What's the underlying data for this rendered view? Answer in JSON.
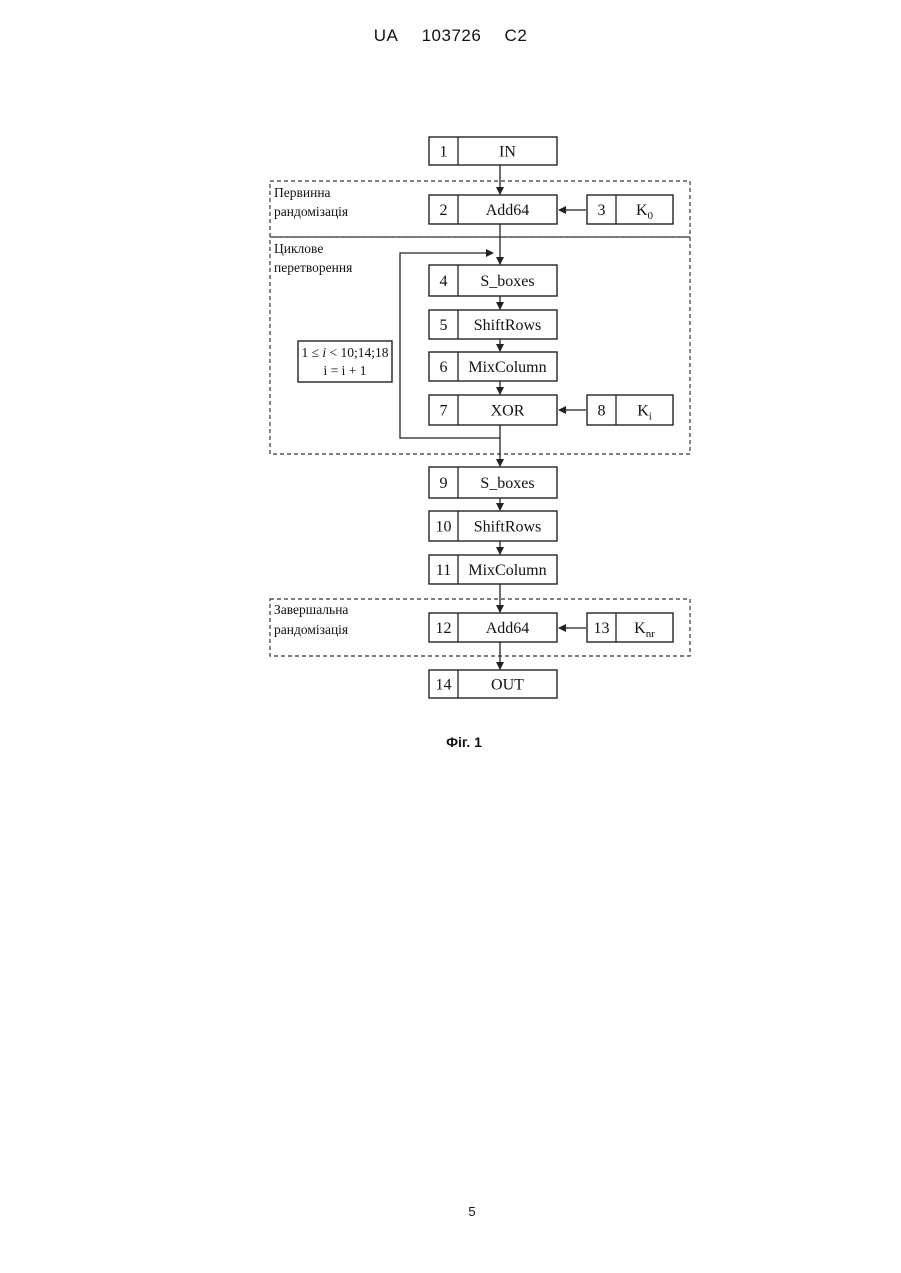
{
  "header": {
    "country": "UA",
    "number": "103726",
    "kind": "C2"
  },
  "blocks": [
    {
      "num": "1",
      "label": "IN"
    },
    {
      "num": "2",
      "label": "Add64"
    },
    {
      "num": "3",
      "label": "K",
      "sub": "0"
    },
    {
      "num": "4",
      "label": "S_boxes"
    },
    {
      "num": "5",
      "label": "ShiftRows"
    },
    {
      "num": "6",
      "label": "MixColumn"
    },
    {
      "num": "7",
      "label": "XOR"
    },
    {
      "num": "8",
      "label": "K",
      "sub": "i"
    },
    {
      "num": "9",
      "label": "S_boxes"
    },
    {
      "num": "10",
      "label": "ShiftRows"
    },
    {
      "num": "11",
      "label": "MixColumn"
    },
    {
      "num": "12",
      "label": "Add64"
    },
    {
      "num": "13",
      "label": "K",
      "sub": "nr"
    },
    {
      "num": "14",
      "label": "OUT"
    }
  ],
  "groups": {
    "initial": {
      "line1": "Первинна",
      "line2": "рандомізація"
    },
    "cycle": {
      "line1": "Циклове",
      "line2": "перетворення"
    },
    "final": {
      "line1": "Завершальна",
      "line2": "рандомізація"
    }
  },
  "loop": {
    "condition_prefix": "1 ≤ ",
    "condition_var": "i",
    "condition_suffix": " < 10;14;18",
    "increment": "i = i + 1"
  },
  "caption": "Фіг. 1",
  "page_number": "5"
}
